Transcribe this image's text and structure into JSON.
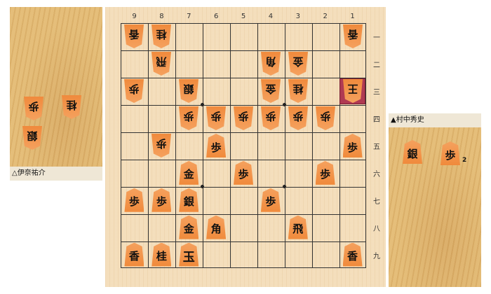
{
  "board": {
    "file_labels": [
      "9",
      "8",
      "7",
      "6",
      "5",
      "4",
      "3",
      "2",
      "1"
    ],
    "rank_labels": [
      "一",
      "二",
      "三",
      "四",
      "五",
      "六",
      "七",
      "八",
      "九"
    ],
    "pieces": [
      {
        "file": 9,
        "rank": 1,
        "char": "香",
        "owner": "gote"
      },
      {
        "file": 8,
        "rank": 1,
        "char": "桂",
        "owner": "gote"
      },
      {
        "file": 1,
        "rank": 1,
        "char": "香",
        "owner": "gote"
      },
      {
        "file": 8,
        "rank": 2,
        "char": "飛",
        "owner": "gote"
      },
      {
        "file": 4,
        "rank": 2,
        "char": "角",
        "owner": "gote"
      },
      {
        "file": 3,
        "rank": 2,
        "char": "金",
        "owner": "gote"
      },
      {
        "file": 9,
        "rank": 3,
        "char": "歩",
        "owner": "gote"
      },
      {
        "file": 7,
        "rank": 3,
        "char": "銀",
        "owner": "gote"
      },
      {
        "file": 4,
        "rank": 3,
        "char": "金",
        "owner": "gote"
      },
      {
        "file": 3,
        "rank": 3,
        "char": "桂",
        "owner": "gote"
      },
      {
        "file": 1,
        "rank": 3,
        "char": "王",
        "owner": "gote",
        "highlight": true
      },
      {
        "file": 7,
        "rank": 4,
        "char": "歩",
        "owner": "gote"
      },
      {
        "file": 6,
        "rank": 4,
        "char": "歩",
        "owner": "gote"
      },
      {
        "file": 5,
        "rank": 4,
        "char": "歩",
        "owner": "gote"
      },
      {
        "file": 4,
        "rank": 4,
        "char": "歩",
        "owner": "gote"
      },
      {
        "file": 3,
        "rank": 4,
        "char": "歩",
        "owner": "gote"
      },
      {
        "file": 2,
        "rank": 4,
        "char": "歩",
        "owner": "gote"
      },
      {
        "file": 8,
        "rank": 5,
        "char": "歩",
        "owner": "gote"
      },
      {
        "file": 6,
        "rank": 5,
        "char": "歩",
        "owner": "sente"
      },
      {
        "file": 1,
        "rank": 5,
        "char": "歩",
        "owner": "sente"
      },
      {
        "file": 7,
        "rank": 6,
        "char": "金",
        "owner": "sente"
      },
      {
        "file": 5,
        "rank": 6,
        "char": "歩",
        "owner": "sente"
      },
      {
        "file": 2,
        "rank": 6,
        "char": "歩",
        "owner": "sente"
      },
      {
        "file": 9,
        "rank": 7,
        "char": "歩",
        "owner": "sente"
      },
      {
        "file": 8,
        "rank": 7,
        "char": "歩",
        "owner": "sente"
      },
      {
        "file": 7,
        "rank": 7,
        "char": "銀",
        "owner": "sente"
      },
      {
        "file": 4,
        "rank": 7,
        "char": "歩",
        "owner": "sente"
      },
      {
        "file": 7,
        "rank": 8,
        "char": "金",
        "owner": "sente"
      },
      {
        "file": 6,
        "rank": 8,
        "char": "角",
        "owner": "sente"
      },
      {
        "file": 3,
        "rank": 8,
        "char": "飛",
        "owner": "sente"
      },
      {
        "file": 9,
        "rank": 9,
        "char": "香",
        "owner": "sente"
      },
      {
        "file": 8,
        "rank": 9,
        "char": "桂",
        "owner": "sente"
      },
      {
        "file": 7,
        "rank": 9,
        "char": "玉",
        "owner": "sente",
        "king": true
      },
      {
        "file": 1,
        "rank": 9,
        "char": "香",
        "owner": "sente"
      }
    ]
  },
  "gote": {
    "player_name": "△伊奈祐介",
    "hand": [
      {
        "char": "歩",
        "count": null
      },
      {
        "char": "桂",
        "count": null
      },
      {
        "char": "銀",
        "count": null
      }
    ]
  },
  "sente": {
    "player_name": "▲村中秀史",
    "hand": [
      {
        "char": "銀",
        "count": null
      },
      {
        "char": "歩",
        "count": "2"
      }
    ]
  }
}
